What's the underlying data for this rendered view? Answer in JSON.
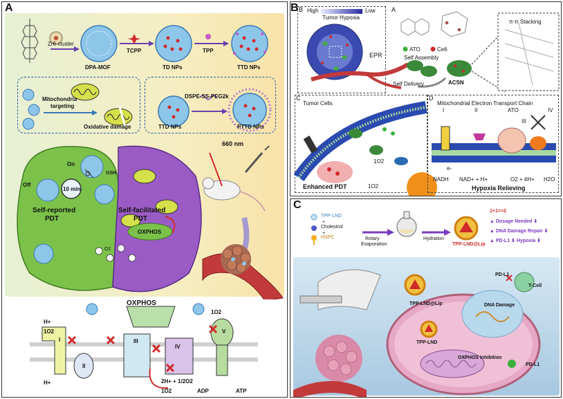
{
  "colors": {
    "panel_a_bg": "#f8eec6",
    "dashed_blue": "#2a5aa8",
    "nanoparticle": "#8ec6ea",
    "cell_green": "#7cc24a",
    "cell_purple": "#9a5cc4",
    "panel_c_bg": "#cfe3f3",
    "accent_red": "#d02a2a"
  },
  "panelA": {
    "label": "A",
    "zr_cluster": "Zr6 cluster",
    "tcpp": "TCPP",
    "tpp": "TPP",
    "dpa_mof": "DPA-MOF",
    "td_nps": "TD NPs",
    "ttd_nps": "TTD NPs",
    "mito_targeting_1": "Mitochondria",
    "mito_targeting_2": "targeting",
    "oxidative_damage": "Oxidative damage",
    "ttd_nps_2": "TTD NPs",
    "dspe": "DSPE-SS-PEG2k",
    "pttd_nps": "PTTD NPs",
    "nm660": "660 nm",
    "on": "On",
    "off": "Off",
    "min10": "10 min",
    "gsh": "GSH",
    "self_reported_1": "Self-reported",
    "self_reported_2": "PDT",
    "self_facilitated_1": "Self-facilitated",
    "self_facilitated_2": "PDT",
    "oxphos_cell": "OXPHOS",
    "o2": "O2",
    "oxphos_chain": "OXPHOS",
    "h_plus": "H+",
    "singlet_o2": "1O2",
    "complex_I": "I",
    "complex_II": "II",
    "complex_III": "III",
    "complex_IV": "IV",
    "complex_V": "V",
    "reaction": "2H+ + 1/2O2",
    "adp": "ADP",
    "atp": "ATP"
  },
  "panelB": {
    "label": "B",
    "sub_a": "A",
    "sub_b": "B",
    "sub_c": "C",
    "sub_d": "D",
    "high": "High",
    "low": "Low",
    "tumor_hypoxia": "Tumor Hypoxia",
    "epr": "EPR",
    "ato": "ATO",
    "ce6": "Ce6",
    "pi_stacking": "π-π Stacking",
    "self_assembly": "Self Assembly",
    "self_delivery": "Self Delivery",
    "acsn": "ACSN",
    "tumor_cells": "Tumor Cells",
    "enhanced_pdt": "Enhanced PDT",
    "singlet_o2": "1O2",
    "mito_etc": "Mitochondrial Electron Transport Chain",
    "ato_inner": "ATO",
    "roman": [
      "I",
      "II",
      "III",
      "IV"
    ],
    "nadh": "NADH",
    "nad": "NAD+ + H+",
    "electron": "e-",
    "o2_eq": "O2 + 4H+",
    "h2o": "H2O",
    "hypoxia_relieving": "Hypoxia Relieving"
  },
  "panelC": {
    "label": "C",
    "tpp_lnd": "TPP-LND",
    "cholestrol": "Cholestrol",
    "hspc": "HSPC",
    "plus1": "+",
    "plus2": "+",
    "rotary": "Rotary",
    "evaporation": "Evaporation",
    "hydration": "Hydration",
    "tpp_lnd_lip": "TPP-LND@Lip",
    "synergy": "1+1>>2",
    "dosage": "▲ Dosage Needed ⬇",
    "dna_repair": "▲ DNA Damage Repair ⬇",
    "pdl1_hypoxia": "▲ PD-L1 ⬇   Hypoxia ⬇",
    "pd_l1": "PD-L1",
    "t_cell": "T-Cell",
    "tpp_lnd_lip_cell": "TPP-LND@Lip",
    "dna_damage": "DNA Damage",
    "tpp_lnd_cell": "TPP-LND",
    "oxphos_inhibition": "OXPHOS Inhibition",
    "pd_l1_cell": "PD-L1"
  }
}
